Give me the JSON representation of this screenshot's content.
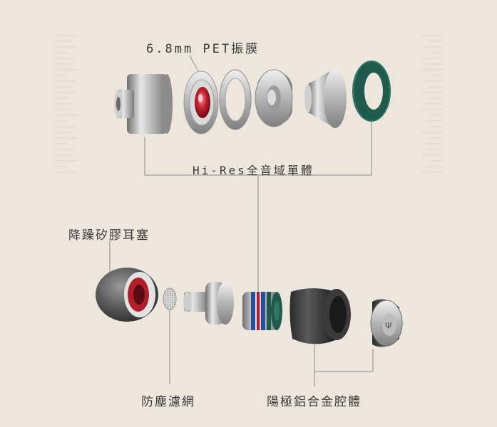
{
  "labels": {
    "pet_diaphragm": "6.8mm PET振膜",
    "hires_driver": "Hi-Res全音域單體",
    "eartip": "降躁矽膠耳塞",
    "dust_filter": "防塵濾網",
    "alloy_housing": "陽極鋁合金腔體"
  },
  "colors": {
    "background": "#ede6dc",
    "leader_line": "#9a9a9a",
    "label_text": "#3a3a3a",
    "accent_red": "#b01e2c",
    "accent_green": "#1f5a4c",
    "accent_blue": "#2a4fa0"
  }
}
